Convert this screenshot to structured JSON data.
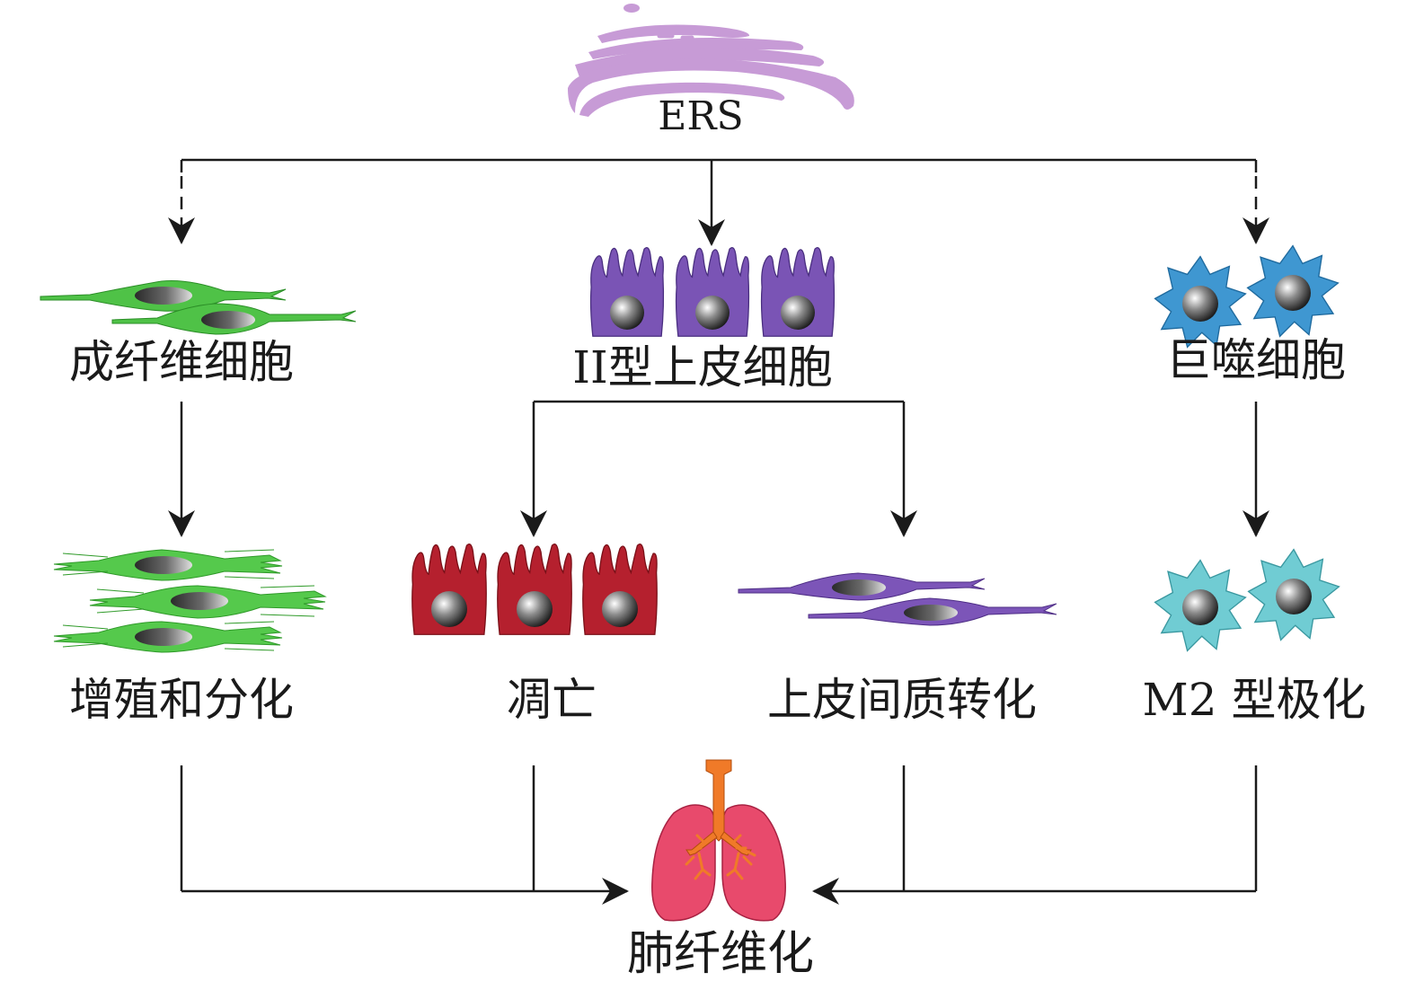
{
  "nodes": {
    "ers": "ERS",
    "fibroblast": "成纤维细胞",
    "at2": "II型上皮细胞",
    "macrophage": "巨噬细胞",
    "proliferation": "增殖和分化",
    "apoptosis": "凋亡",
    "emt": "上皮间质转化",
    "m2": "M2 型极化",
    "outcome": "肺纤维化"
  },
  "colors": {
    "er": "#c79bd6",
    "fibroblast": "#4fc247",
    "fibroblast_proliferating": "#55c94c",
    "epithelial": "#7a54b5",
    "apoptotic": "#b5202e",
    "mesenchymal": "#7c55b8",
    "macrophage": "#3f97d1",
    "m2_macrophage": "#70ccd3",
    "lung": "#e84a6c",
    "trachea": "#f07a28",
    "arrow": "#1a1a1a"
  },
  "icons": [
    "endoplasmic-reticulum-icon",
    "fibroblast-cells-icon",
    "epithelial-cells-icon",
    "macrophage-cells-icon",
    "proliferating-fibroblasts-icon",
    "apoptotic-cells-icon",
    "mesenchymal-cells-icon",
    "m2-macrophage-cells-icon",
    "lungs-icon"
  ]
}
